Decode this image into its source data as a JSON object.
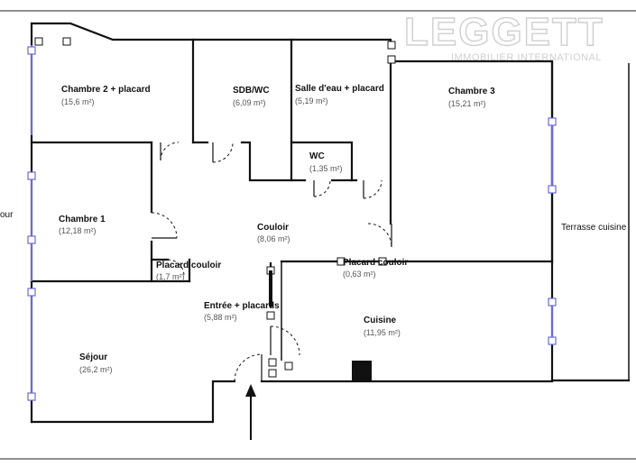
{
  "brand": {
    "name": "LEGGETT",
    "subtitle": "IMMOBILIER INTERNATIONAL"
  },
  "rooms": {
    "chambre2": {
      "name": "Chambre 2 + placard",
      "area": "(15,6 m²)"
    },
    "sdb": {
      "name": "SDB/WC",
      "area": "(6,09 m²)"
    },
    "salle_eau": {
      "name": "Salle d'eau + placard",
      "area": "(5,19 m²)"
    },
    "chambre3": {
      "name": "Chambre 3",
      "area": "(15,21 m²)"
    },
    "wc": {
      "name": "WC",
      "area": "(1,35 m²)"
    },
    "chambre1": {
      "name": "Chambre 1",
      "area": "(12,18 m²)"
    },
    "couloir": {
      "name": "Couloir",
      "area": "(8,06 m²)"
    },
    "placard_couloir_left": {
      "name": "Placard couloir",
      "area": "(1,7 m²)"
    },
    "placard_couloir_right": {
      "name": "Placard couloir",
      "area": "(0,63 m²)"
    },
    "entree": {
      "name": "Entrée + placards",
      "area": "(5,88 m²)"
    },
    "cuisine": {
      "name": "Cuisine",
      "area": "(11,95 m²)"
    },
    "sejour": {
      "name": "Séjour",
      "area": "(26,2 m²)"
    },
    "terrasse": {
      "name": "Terrasse cuisine"
    }
  },
  "cut_labels": {
    "left_edge": "our"
  }
}
